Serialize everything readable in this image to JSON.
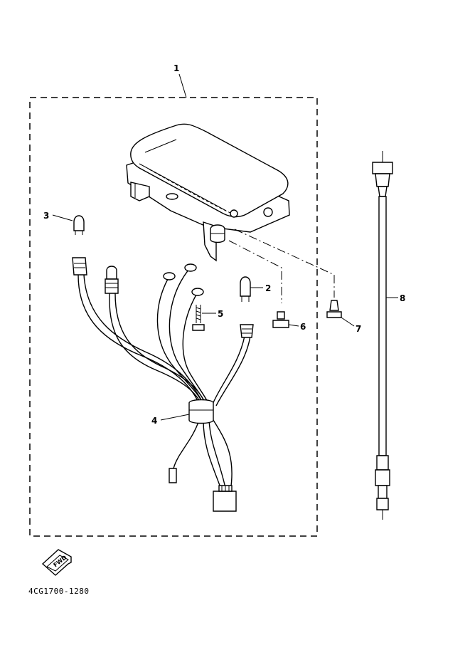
{
  "callouts": {
    "c1": "1",
    "c2": "2",
    "c3": "3",
    "c4": "4",
    "c5": "5",
    "c6": "6",
    "c7": "7",
    "c8": "8"
  },
  "forward_badge": "FWD",
  "diagram_code": "4CG1700-1280"
}
